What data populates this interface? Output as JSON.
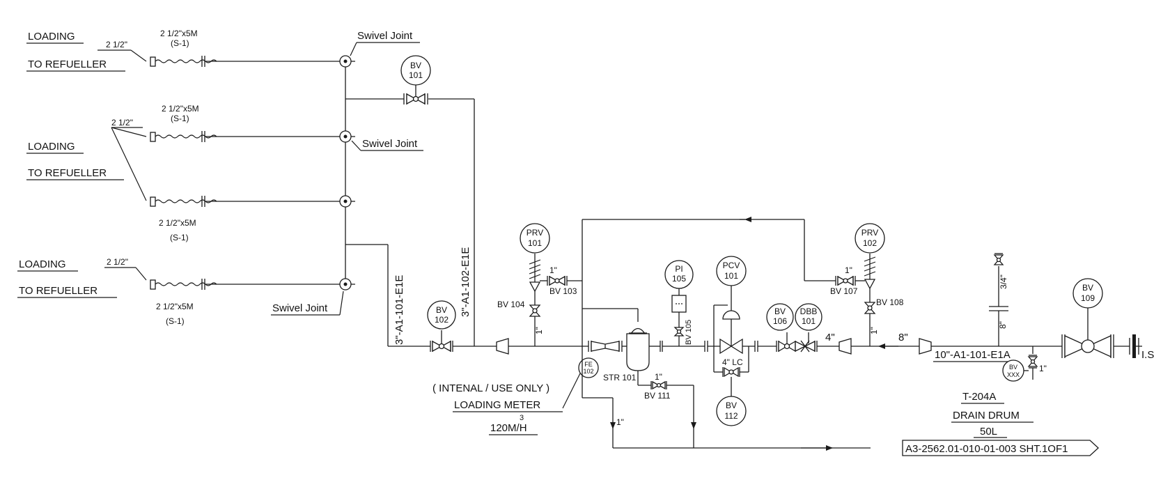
{
  "loading_stations": [
    {
      "line1": "LOADING",
      "line2": "TO REFUELLER"
    },
    {
      "line1": "LOADING",
      "line2": "TO REFUELLER"
    },
    {
      "line1": "LOADING",
      "line2": "TO REFUELLER"
    }
  ],
  "hoses": [
    {
      "size": "2 1/2\"x5M",
      "spec": "(S-1)"
    },
    {
      "size": "2 1/2\"x5M",
      "spec": "(S-1)"
    },
    {
      "size": "2 1/2\"x5M",
      "spec": "(S-1)"
    },
    {
      "size": "2 1/2\"x5M",
      "spec": "(S-1)"
    }
  ],
  "branch_sizes": [
    "2 1/2\"",
    "2 1/2\"",
    "2 1/2\""
  ],
  "swivel_joint_label": "Swivel Joint",
  "line_numbers": {
    "main_10in": "10\"-A1-101-E1A",
    "branch_3in_a": "3\"-A1-101-E1E",
    "branch_3in_b": "3\"-A1-102-E1E"
  },
  "instruments": {
    "bv101": {
      "tag": "BV",
      "num": "101"
    },
    "bv102": {
      "tag": "BV",
      "num": "102"
    },
    "prv101": {
      "tag": "PRV",
      "num": "101"
    },
    "pi105": {
      "tag": "PI",
      "num": "105"
    },
    "pcv101": {
      "tag": "PCV",
      "num": "101"
    },
    "bv106": {
      "tag": "BV",
      "num": "106"
    },
    "dbb101": {
      "tag": "DBB",
      "num": "101"
    },
    "prv102": {
      "tag": "PRV",
      "num": "102"
    },
    "bv109": {
      "tag": "BV",
      "num": "109"
    },
    "bv112": {
      "tag": "BV",
      "num": "112"
    },
    "fe102": {
      "tag": "FE",
      "num": "102"
    },
    "bvxxx": {
      "tag": "BV",
      "num": "XXX"
    }
  },
  "valve_labels": {
    "bv103": "BV 103",
    "bv104": "BV 104",
    "bv105": "BV 105",
    "bv107": "BV 107",
    "bv108": "BV 108",
    "bv111": "BV 111",
    "str101": "STR 101",
    "lc": "4\" LC"
  },
  "pipe_sizes": {
    "one_inch": "1\"",
    "four_inch": "4\"",
    "eight_inch": "8\"",
    "three_quarter": "3/4\""
  },
  "meter": {
    "line1": "( INTENAL / USE ONLY )",
    "line2": "LOADING METER",
    "rate": "120M/H",
    "superscript": "3"
  },
  "drum": {
    "tag": "T-204A",
    "name": "DRAIN DRUM",
    "capacity": "50L"
  },
  "offpage_ref": "A3-2562.01-010-01-003 SHT.1OF1",
  "is_label": "I.S"
}
